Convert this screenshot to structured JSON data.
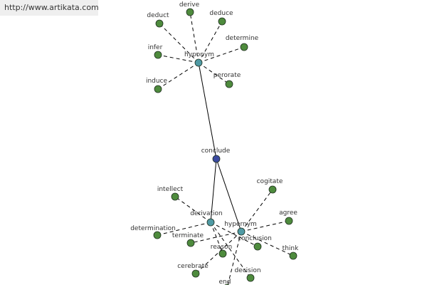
{
  "watermark": "http://www.artikata.com",
  "colors": {
    "center": "#3b4aa0",
    "hub": "#4f9aa4",
    "leaf": "#4e8b3d",
    "edge": "#000000"
  },
  "nodes": [
    {
      "id": "conclude",
      "label": "conclude",
      "kind": "center"
    },
    {
      "id": "hyponym",
      "label": "hyponym",
      "kind": "hub"
    },
    {
      "id": "derivation",
      "label": "derivation",
      "kind": "hub"
    },
    {
      "id": "hypernym",
      "label": "hypernym",
      "kind": "hub"
    },
    {
      "id": "deduct",
      "label": "deduct",
      "kind": "leaf"
    },
    {
      "id": "derive",
      "label": "derive",
      "kind": "leaf"
    },
    {
      "id": "deduce",
      "label": "deduce",
      "kind": "leaf"
    },
    {
      "id": "determine",
      "label": "determine",
      "kind": "leaf"
    },
    {
      "id": "infer",
      "label": "infer",
      "kind": "leaf"
    },
    {
      "id": "perorate",
      "label": "perorate",
      "kind": "leaf"
    },
    {
      "id": "induce",
      "label": "induce",
      "kind": "leaf"
    },
    {
      "id": "intellect",
      "label": "intellect",
      "kind": "leaf"
    },
    {
      "id": "cogitate",
      "label": "cogitate",
      "kind": "leaf"
    },
    {
      "id": "agree",
      "label": "agree",
      "kind": "leaf"
    },
    {
      "id": "determination",
      "label": "determination",
      "kind": "leaf"
    },
    {
      "id": "terminate",
      "label": "terminate",
      "kind": "leaf"
    },
    {
      "id": "conclusion",
      "label": "conclusion",
      "kind": "leaf"
    },
    {
      "id": "think",
      "label": "think",
      "kind": "leaf"
    },
    {
      "id": "reason",
      "label": "reason",
      "kind": "leaf"
    },
    {
      "id": "cerebrate",
      "label": "cerebrate",
      "kind": "leaf"
    },
    {
      "id": "decision",
      "label": "decision",
      "kind": "leaf"
    },
    {
      "id": "end",
      "label": "end",
      "kind": "leaf"
    }
  ],
  "edges": [
    {
      "from": "conclude",
      "to": "hyponym",
      "style": "solid"
    },
    {
      "from": "conclude",
      "to": "derivation",
      "style": "solid"
    },
    {
      "from": "conclude",
      "to": "hypernym",
      "style": "solid"
    },
    {
      "from": "hyponym",
      "to": "deduct",
      "style": "dashed"
    },
    {
      "from": "hyponym",
      "to": "derive",
      "style": "dashed"
    },
    {
      "from": "hyponym",
      "to": "deduce",
      "style": "dashed"
    },
    {
      "from": "hyponym",
      "to": "determine",
      "style": "dashed"
    },
    {
      "from": "hyponym",
      "to": "infer",
      "style": "dashed"
    },
    {
      "from": "hyponym",
      "to": "perorate",
      "style": "dashed"
    },
    {
      "from": "hyponym",
      "to": "induce",
      "style": "dashed"
    },
    {
      "from": "derivation",
      "to": "intellect",
      "style": "dashed"
    },
    {
      "from": "derivation",
      "to": "determination",
      "style": "dashed"
    },
    {
      "from": "derivation",
      "to": "conclusion",
      "style": "dashed"
    },
    {
      "from": "derivation",
      "to": "reason",
      "style": "dashed"
    },
    {
      "from": "derivation",
      "to": "decision",
      "style": "dashed"
    },
    {
      "from": "hypernym",
      "to": "cogitate",
      "style": "dashed"
    },
    {
      "from": "hypernym",
      "to": "agree",
      "style": "dashed"
    },
    {
      "from": "hypernym",
      "to": "terminate",
      "style": "dashed"
    },
    {
      "from": "hypernym",
      "to": "think",
      "style": "dashed"
    },
    {
      "from": "hypernym",
      "to": "cerebrate",
      "style": "dashed"
    },
    {
      "from": "hypernym",
      "to": "end",
      "style": "dashed"
    }
  ]
}
